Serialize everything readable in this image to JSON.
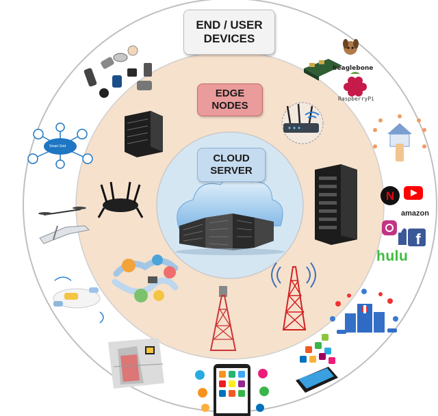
{
  "labels": {
    "end_user_line1": "END / USER",
    "end_user_line2": "DEVICES",
    "edge_line1": "EDGE",
    "edge_line2": "NODES",
    "cloud_line1": "CLOUD",
    "cloud_line2": "SERVER"
  },
  "logos": {
    "beaglebone": "beaglebone",
    "raspberry_pi": "RaspberryPi",
    "netflix": "N",
    "amazon": "amazon",
    "facebook": "f",
    "hulu": "hulu",
    "smart_grid": "Smart Grid"
  },
  "rings": {
    "outer_fill": "#ffffff",
    "outer_stroke": "#bfbfbf",
    "edge_fill": "#f6e1cd",
    "edge_stroke": "#cfcfcf",
    "cloud_fill": "#d5e6f3",
    "cloud_stroke": "#c9c9c9"
  },
  "icons": {
    "end_devices": [
      "wearables-icon",
      "iot-boards-icon",
      "smart-home-icon",
      "media-logos-icon",
      "healthcare-city-icon",
      "tablet-apps-icon",
      "smartphone-apps-icon",
      "augmented-reality-icon",
      "connected-cars-icon",
      "drone-icon",
      "smart-grid-icon"
    ],
    "edge_nodes": [
      "rack-server-icon",
      "wifi-router-icon",
      "server-rack-icon",
      "antenna-tower-icon",
      "cell-tower-icon",
      "cloud-network-path-icon",
      "multi-antenna-router-icon"
    ],
    "cloud": [
      "cloud-datacenter-icon"
    ]
  }
}
